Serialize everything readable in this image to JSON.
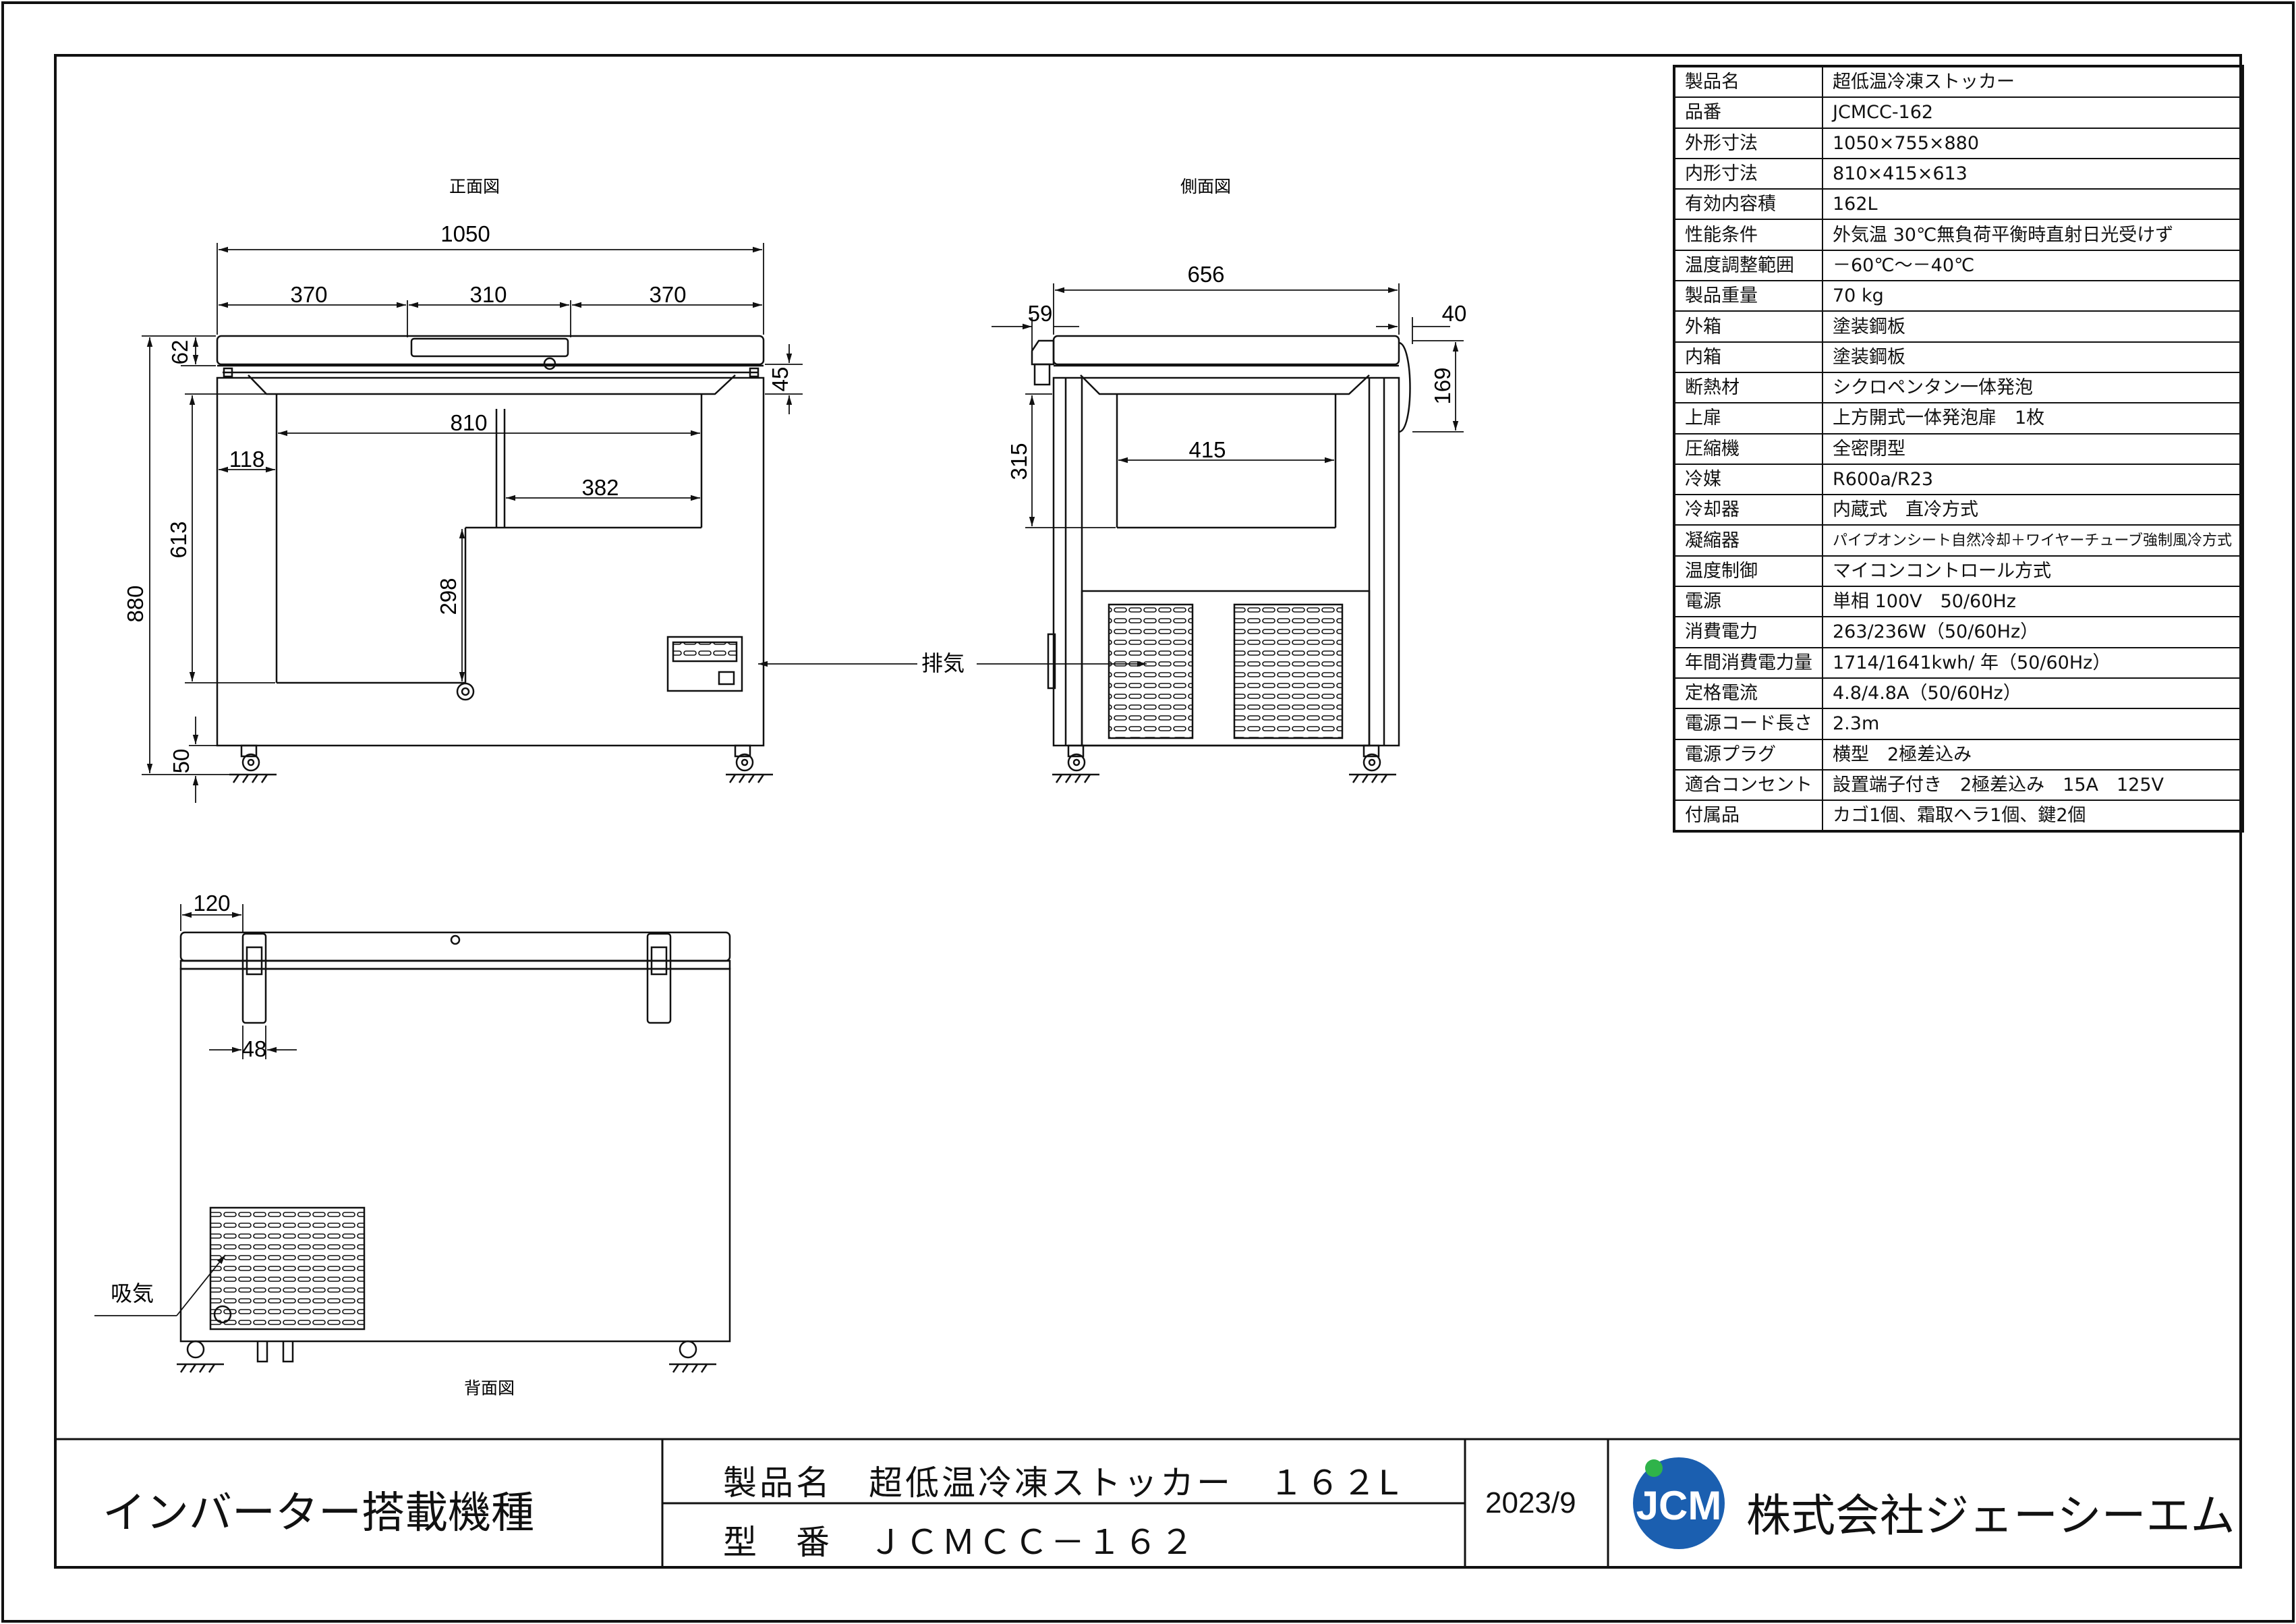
{
  "views": {
    "front_label": "正面図",
    "side_label": "側面図",
    "back_label": "背面図",
    "exhaust_label": "排気",
    "intake_label": "吸気"
  },
  "front_dims": {
    "overall_width": "1050",
    "seg_left": "370",
    "seg_mid": "310",
    "seg_right": "370",
    "lid_height": "62",
    "lid_right": "45",
    "inner_width": "810",
    "wall": "118",
    "step_width": "382",
    "inner_height": "613",
    "step_height": "298",
    "overall_height": "880",
    "caster": "50"
  },
  "side_dims": {
    "overall_depth": "656",
    "hinge": "59",
    "cord": "40",
    "cord_height": "169",
    "inner_depth": "415",
    "inner_height": "315"
  },
  "back_dims": {
    "hinge_offset": "120",
    "hinge_width": "48"
  },
  "spec_table": [
    {
      "label": "製品名",
      "value": "超低温冷凍ストッカー"
    },
    {
      "label": "品番",
      "value": "JCMCC-162"
    },
    {
      "label": "外形寸法",
      "value": "1050×755×880"
    },
    {
      "label": "内形寸法",
      "value": "810×415×613"
    },
    {
      "label": "有効内容積",
      "value": "162L"
    },
    {
      "label": "性能条件",
      "value": "外気温 30℃無負荷平衡時直射日光受けず"
    },
    {
      "label": "温度調整範囲",
      "value": "－60℃～－40℃"
    },
    {
      "label": "製品重量",
      "value": "70 kg"
    },
    {
      "label": "外箱",
      "value": "塗装鋼板"
    },
    {
      "label": "内箱",
      "value": "塗装鋼板"
    },
    {
      "label": "断熱材",
      "value": "シクロペンタン一体発泡"
    },
    {
      "label": "上扉",
      "value": "上方開式一体発泡扉　1枚"
    },
    {
      "label": "圧縮機",
      "value": "全密閉型"
    },
    {
      "label": "冷媒",
      "value": "R600a/R23"
    },
    {
      "label": "冷却器",
      "value": "内蔵式　直冷方式"
    },
    {
      "label": "凝縮器",
      "value": "パイプオンシート自然冷却＋ワイヤーチューブ強制風冷方式"
    },
    {
      "label": "温度制御",
      "value": "マイコンコントロール方式"
    },
    {
      "label": "電源",
      "value": "単相 100V　50/60Hz"
    },
    {
      "label": "消費電力",
      "value": "263/236W（50/60Hz）"
    },
    {
      "label": "年間消費電力量",
      "value": "1714/1641kwh/ 年（50/60Hz）"
    },
    {
      "label": "定格電流",
      "value": "4.8/4.8A（50/60Hz）"
    },
    {
      "label": "電源コード長さ",
      "value": "2.3m"
    },
    {
      "label": "電源プラグ",
      "value": "横型　2極差込み"
    },
    {
      "label": "適合コンセント",
      "value": "設置端子付き　2極差込み　15A　125V"
    },
    {
      "label": "付属品",
      "value": "カゴ1個、霜取ヘラ1個、鍵2個"
    }
  ],
  "title_block": {
    "inverter": "インバーター搭載機種",
    "product_name": "製品名　超低温冷凍ストッカー　１６２L",
    "model": "型　番　ＪＣＭＣＣ－１６２",
    "date": "2023/9",
    "logo_text": "JCM",
    "company": "株式会社ジェーシーエム"
  },
  "colors": {
    "line": "#111111",
    "logo_blue": "#1b5fb0",
    "logo_green": "#2fb34a"
  }
}
